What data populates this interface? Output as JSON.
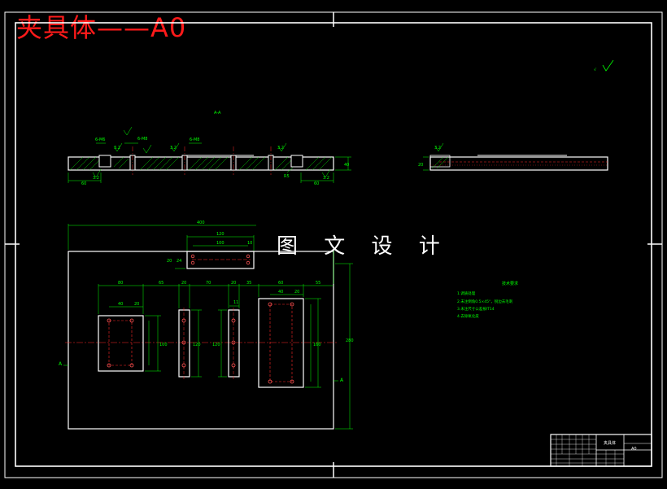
{
  "title": "夹具体——A0",
  "watermark": "图 文 设 计",
  "section_label": "A-A",
  "section_arrow_left": "A",
  "section_arrow_right": "A",
  "roughness": [
    "3.2",
    "3.2",
    "3.2",
    "3.2",
    "3.2",
    "3.2",
    "3.2"
  ],
  "hole_notes": [
    "6-M6",
    "6-M8",
    "6-M8"
  ],
  "dims": {
    "overall_width": "400",
    "overall_height": "280",
    "pos_80": "80",
    "pos_65": "65",
    "pos_20a": "20",
    "pos_70": "70",
    "pos_20b": "20",
    "pos_35": "35",
    "pos_60": "60",
    "pos_55": "55",
    "w40a": "40",
    "w20a": "20",
    "w40b": "40",
    "w20b": "20",
    "h100": "100",
    "h120a": "120",
    "h120b": "120",
    "h160": "160",
    "small_11": "11",
    "left_60": "60",
    "right_60": "60",
    "thick_40": "40",
    "side_20": "20",
    "r5": "R5",
    "plate_120": "120",
    "plate_100": "100",
    "plate_10": "10",
    "plate_20": "20",
    "plate_24": "24"
  },
  "notes": {
    "heading": "技术要求",
    "items": [
      "1.调质处理",
      "2.未注倒角0.5×45°，锐边去毛刺",
      "3.未注尺寸公差按IT14",
      "4.去除氧化皮"
    ]
  },
  "titleblock": {
    "name": "夹具体",
    "code": "A0"
  },
  "colors": {
    "background": "#000000",
    "frame": "#ffffff",
    "dimension": "#00ff00",
    "centerline": "#ff2a2a",
    "title": "#ff1a1a",
    "hatch": "#00ff00"
  }
}
